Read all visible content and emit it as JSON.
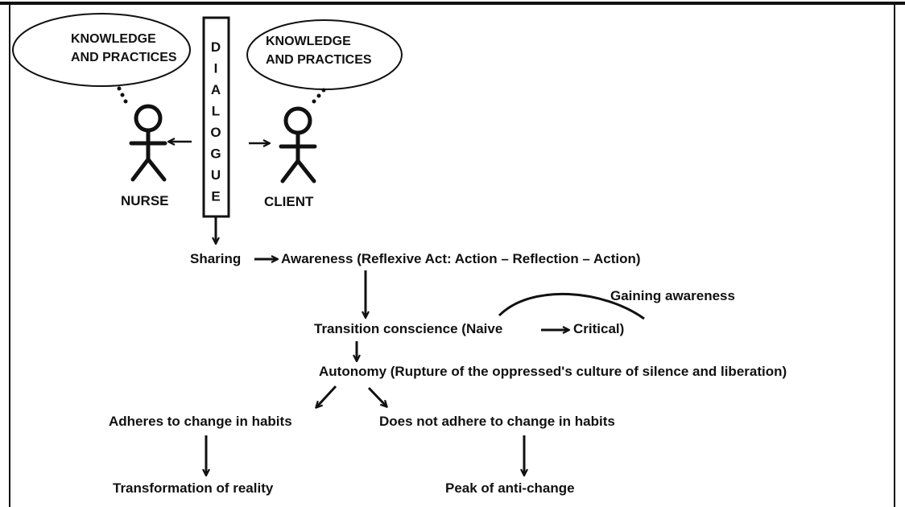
{
  "bubbles": {
    "nurse": {
      "line1": "KNOWLEDGE",
      "line2": "AND PRACTICES"
    },
    "client": {
      "line1": "KNOWLEDGE",
      "line2": "AND PRACTICES"
    }
  },
  "dialogue": {
    "letters": [
      "D",
      "I",
      "A",
      "L",
      "O",
      "G",
      "U",
      "E"
    ]
  },
  "actors": {
    "nurse": "NURSE",
    "client": "CLIENT"
  },
  "flow": {
    "sharing": "Sharing",
    "awareness": "Awareness (Reflexive Act: Action – Reflection – Action)",
    "gaining_awareness": "Gaining awareness",
    "transition": "Transition conscience (Naive",
    "critical": "Critical)",
    "autonomy": "Autonomy (Rupture of the oppressed's culture of silence and liberation)",
    "adheres": "Adheres to change in habits",
    "not_adhere": "Does not adhere to change in habits",
    "transformation": "Transformation of reality",
    "anti_change": "Peak of anti-change"
  }
}
